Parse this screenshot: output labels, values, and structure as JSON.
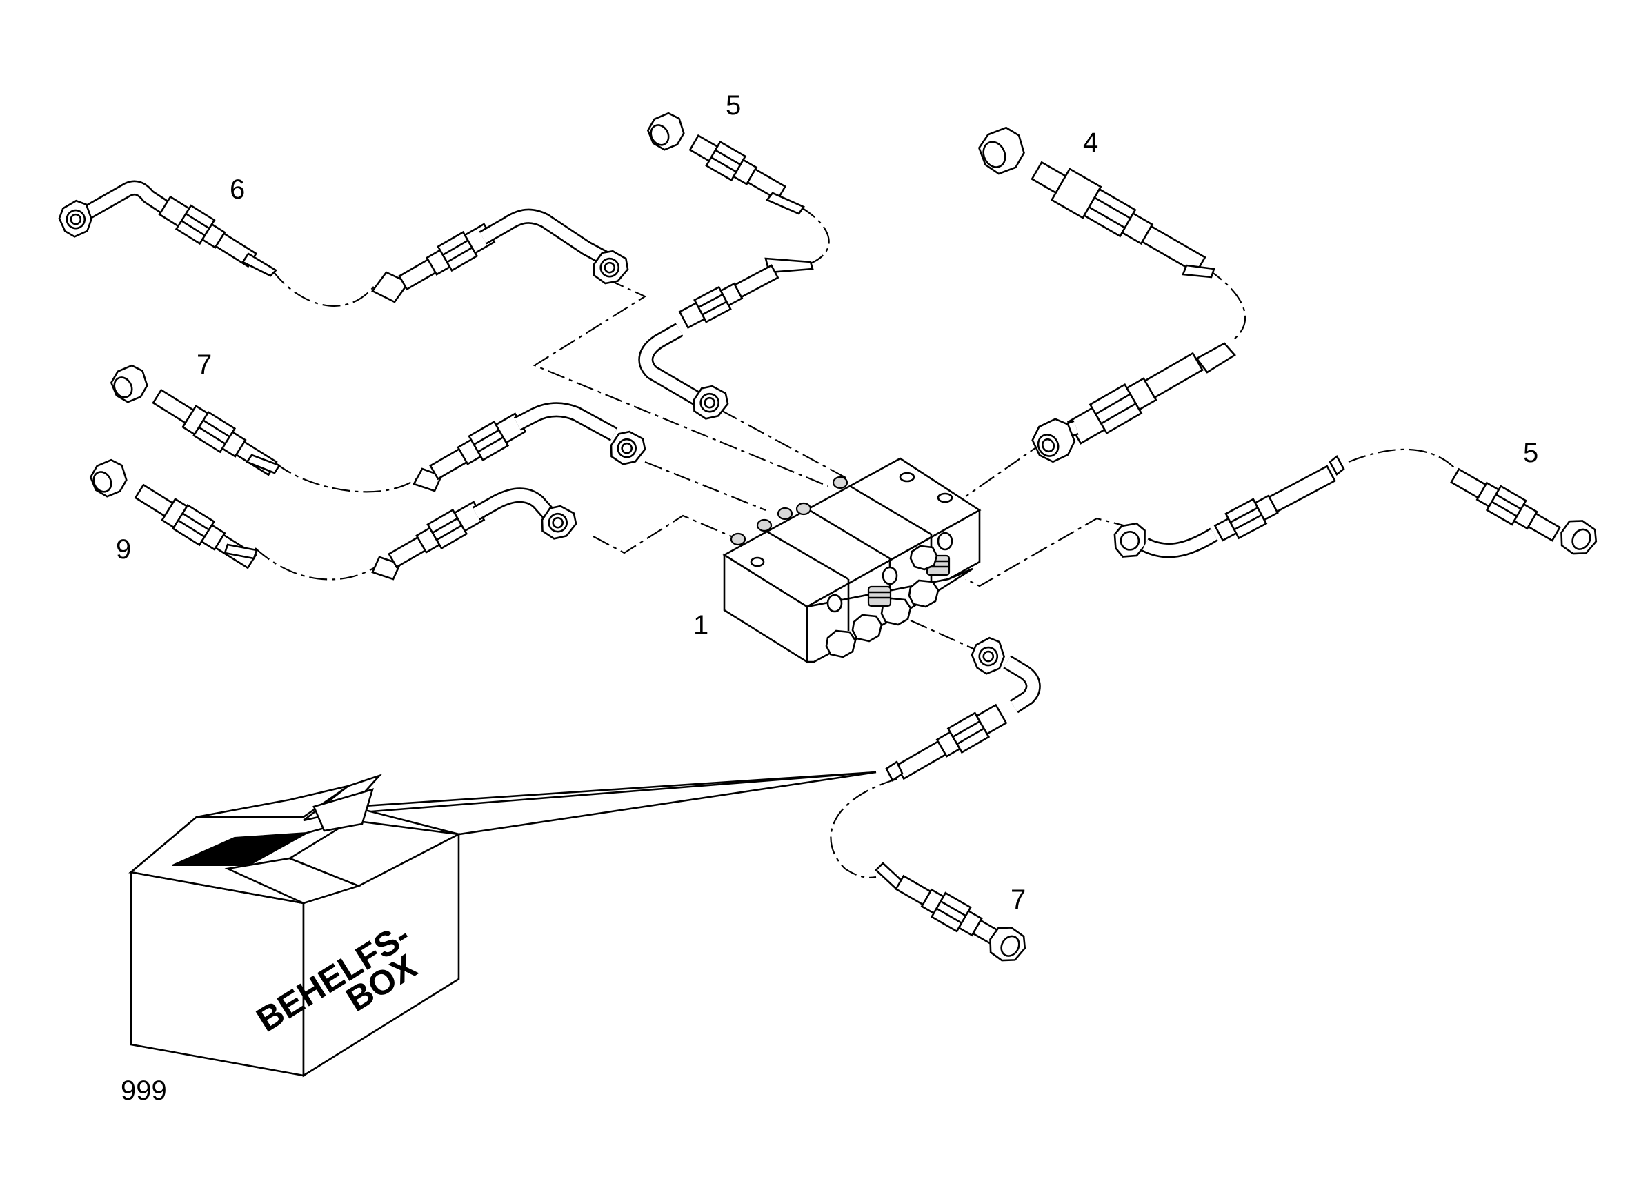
{
  "callouts": {
    "c6": "6",
    "c5_top": "5",
    "c4": "4",
    "c7_left": "7",
    "c9": "9",
    "c1": "1",
    "c5_right": "5",
    "c7_bottom": "7",
    "c999": "999"
  },
  "box": {
    "line1": "BEHELFS-",
    "line2": "BOX"
  }
}
